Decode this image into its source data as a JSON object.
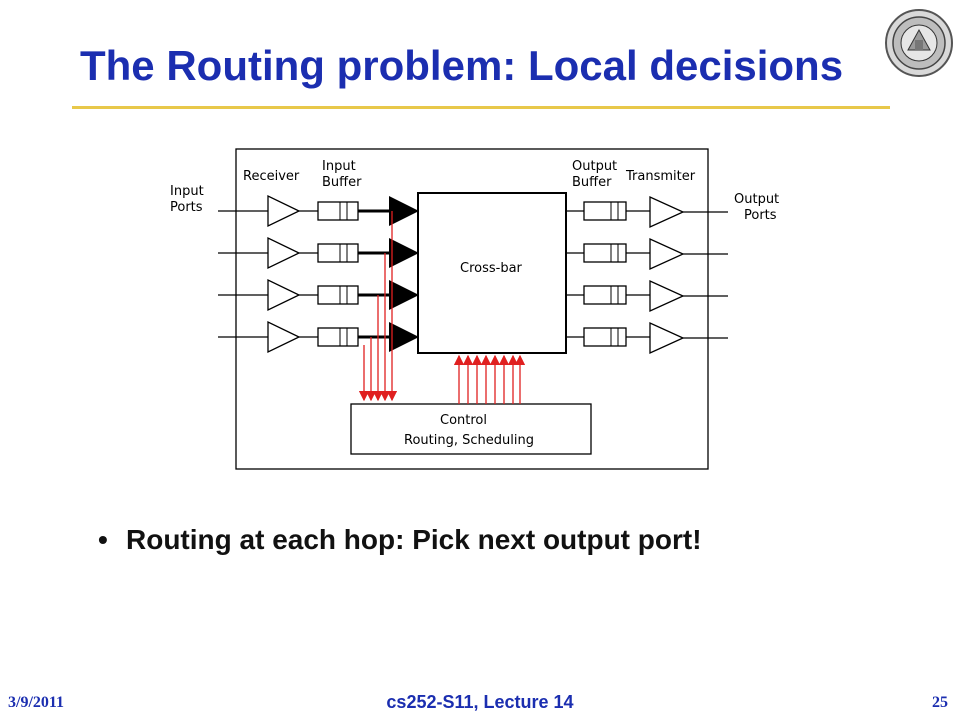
{
  "slide": {
    "title": "The Routing problem: Local decisions",
    "bullet": "Routing at each hop: Pick next output port!"
  },
  "diagram": {
    "labels": {
      "receiver": "Receiver",
      "input_buffer_1": "Input",
      "input_buffer_2": "Buffer",
      "input_ports_1": "Input",
      "input_ports_2": "Ports",
      "output_buffer_1": "Output",
      "output_buffer_2": "Buffer",
      "transmitter": "Transmiter",
      "output_ports_1": "Output",
      "output_ports_2": "Ports",
      "crossbar": "Cross-bar",
      "control_1": "Control",
      "control_2": "Routing, Scheduling"
    }
  },
  "footer": {
    "date": "3/9/2011",
    "course": "cs252-S11, Lecture 14",
    "page": "25"
  },
  "colors": {
    "title": "#1b2eb0",
    "rule": "#e8c84a",
    "control_lines": "#e02020"
  }
}
